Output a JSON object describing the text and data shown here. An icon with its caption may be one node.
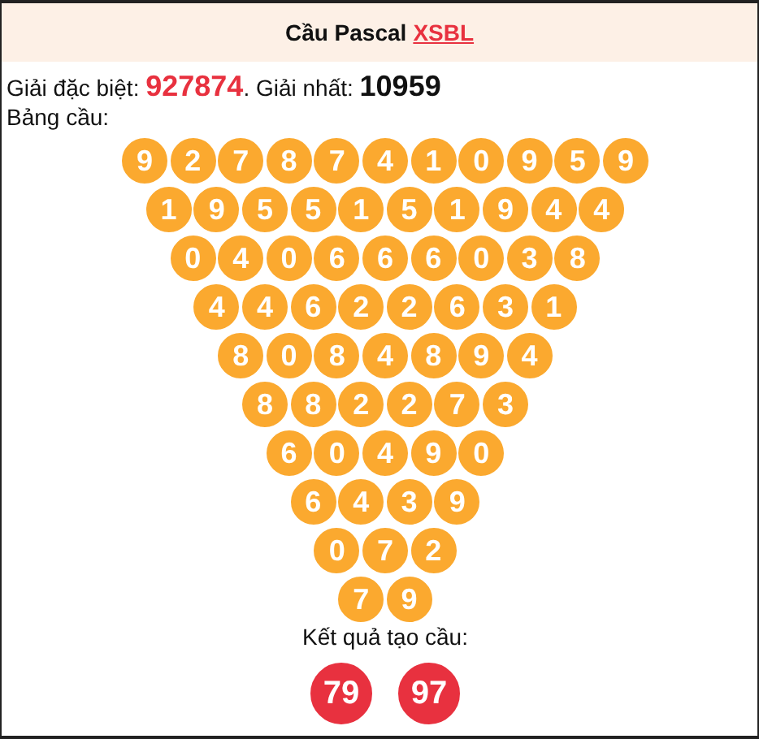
{
  "diagram": {
    "title": "Cầu Pascal",
    "nodes": [
      {
        "text": [
          "9"
        ]
      },
      {
        "text": [
          "2"
        ]
      },
      {
        "text": [
          "7"
        ]
      },
      {
        "text": [
          "8"
        ]
      },
      {
        "text": [
          "7"
        ]
      },
      {
        "text": [
          "4"
        ]
      },
      {
        "text": [
          "1"
        ]
      },
      {
        "text": [
          "0"
        ]
      },
      {
        "text": [
          "9"
        ]
      },
      {
        "text": [
          "5"
        ]
      },
      {
        "text": [
          "9"
        ]
      },
      {
        "text": [
          "1"
        ]
      },
      {
        "text": [
          "9"
        ]
      },
      {
        "text": [
          "5"
        ]
      },
      {
        "text": [
          "5"
        ]
      },
      {
        "text": [
          "1"
        ]
      },
      {
        "text": [
          "5"
        ]
      },
      {
        "text": [
          "1"
        ]
      },
      {
        "text": [
          "9"
        ]
      },
      {
        "text": [
          "4"
        ]
      },
      {
        "text": [
          "4"
        ]
      },
      {
        "text": [
          "0"
        ]
      },
      {
        "text": [
          "4"
        ]
      },
      {
        "text": [
          "0"
        ]
      },
      {
        "text": [
          "6"
        ]
      },
      {
        "text": [
          "6"
        ]
      },
      {
        "text": [
          "6"
        ]
      },
      {
        "text": [
          "0"
        ]
      },
      {
        "text": [
          "3"
        ]
      },
      {
        "text": [
          "8"
        ]
      },
      {
        "text": [
          "4"
        ]
      },
      {
        "text": [
          "4"
        ]
      },
      {
        "text": [
          "6"
        ]
      },
      {
        "text": [
          "2"
        ]
      },
      {
        "text": [
          "2"
        ]
      },
      {
        "text": [
          "6"
        ]
      },
      {
        "text": [
          "3"
        ]
      },
      {
        "text": [
          "1"
        ]
      },
      {
        "text": [
          "8"
        ]
      },
      {
        "text": [
          "0"
        ]
      },
      {
        "text": [
          "8"
        ]
      },
      {
        "text": [
          "4"
        ]
      },
      {
        "text": [
          "8"
        ]
      },
      {
        "text": [
          "9"
        ]
      },
      {
        "text": [
          "4"
        ]
      },
      {
        "text": [
          "8"
        ]
      },
      {
        "text": [
          "8"
        ]
      },
      {
        "text": [
          "2"
        ]
      },
      {
        "text": [
          "2"
        ]
      },
      {
        "text": [
          "7"
        ]
      },
      {
        "text": [
          "3"
        ]
      },
      {
        "text": [
          "6"
        ]
      },
      {
        "text": [
          "0"
        ]
      },
      {
        "text": [
          "4"
        ]
      },
      {
        "text": [
          "9"
        ]
      },
      {
        "text": [
          "0"
        ]
      },
      {
        "text": [
          "6"
        ]
      },
      {
        "text": [
          "4"
        ]
      },
      {
        "text": [
          "3"
        ]
      },
      {
        "text": [
          "9"
        ]
      },
      {
        "text": [
          "0"
        ]
      },
      {
        "text": [
          "7"
        ]
      },
      {
        "text": [
          "2"
        ]
      },
      {
        "text": [
          "7"
        ]
      },
      {
        "text": [
          "9"
        ]
      },
      {
        "text": [
          "79"
        ]
      },
      {
        "text": [
          "97"
        ]
      }
    ],
    "labels": [
      "XSBL",
      "Giải đặc biệt: **927874**. Giải nhất: **10959**",
      "Bảng cầu:",
      "Kết quả tạo cầu:"
    ]
  }
}
